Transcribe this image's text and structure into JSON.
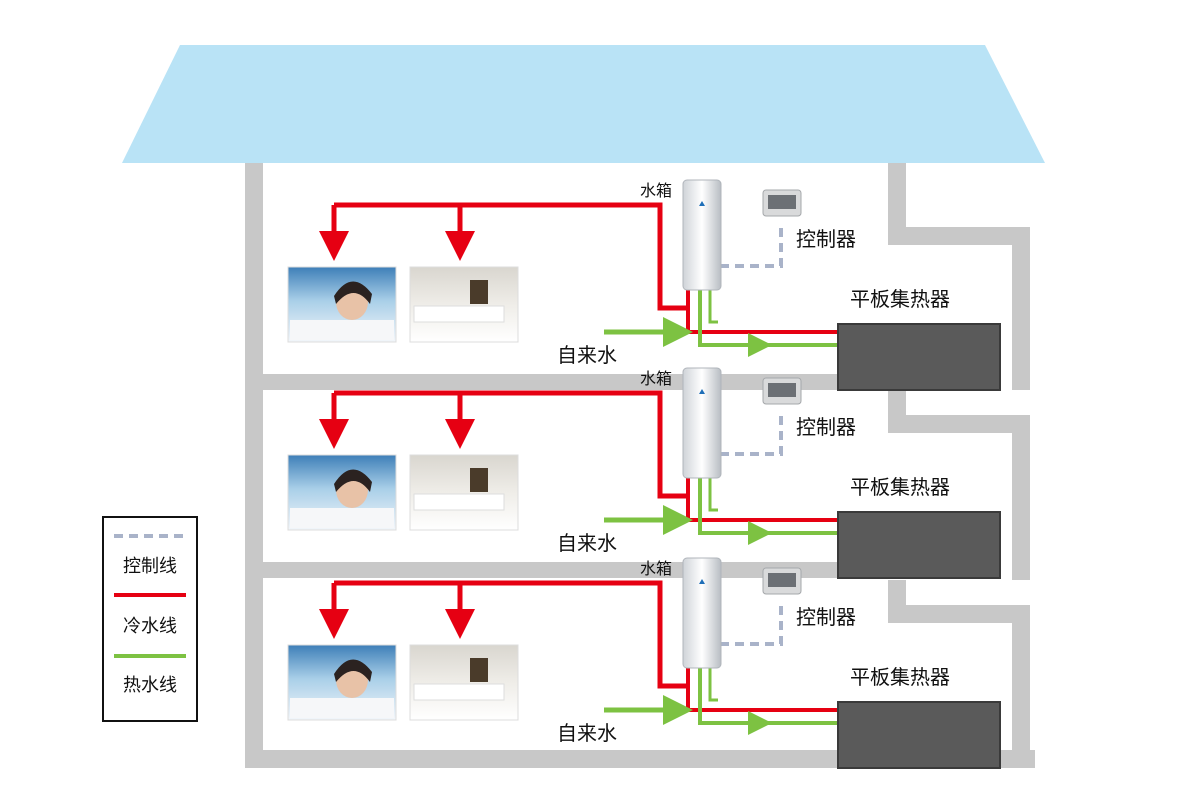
{
  "labels": {
    "tank": "水箱",
    "controller": "控制器",
    "collector": "平板集热器",
    "tap_water": "自来水"
  },
  "legend": {
    "control_line": "控制线",
    "cold_line": "冷水线",
    "hot_line": "热水线"
  },
  "colors": {
    "roof": "#b9e3f6",
    "wall": "#c8c8c8",
    "cold_pipe": "#e60012",
    "hot_pipe": "#7dc242",
    "control_line": "#a9b3c9",
    "collector": "#5a5a5a"
  }
}
